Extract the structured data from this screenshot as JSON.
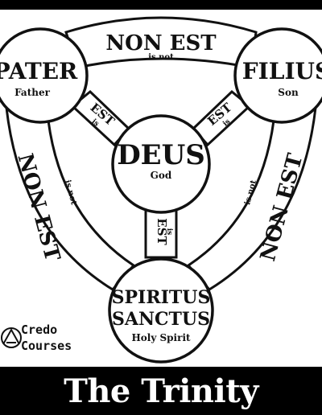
{
  "nodes": {
    "father": {
      "latin": "PATER",
      "english": "Father"
    },
    "son": {
      "latin": "FILIUS",
      "english": "Son"
    },
    "god": {
      "latin": "DEUS",
      "english": "God"
    },
    "spirit": {
      "latin_line1": "SPIRITUS",
      "latin_line2": "SANCTUS",
      "english": "Holy Spirit"
    }
  },
  "links": {
    "outer_latin": "NON EST",
    "outer_english": "is not",
    "inner_latin": "EST",
    "inner_english": "is"
  },
  "logo": {
    "line1": "Credo",
    "line2": "Courses"
  },
  "footer": {
    "title": "The Trinity"
  }
}
